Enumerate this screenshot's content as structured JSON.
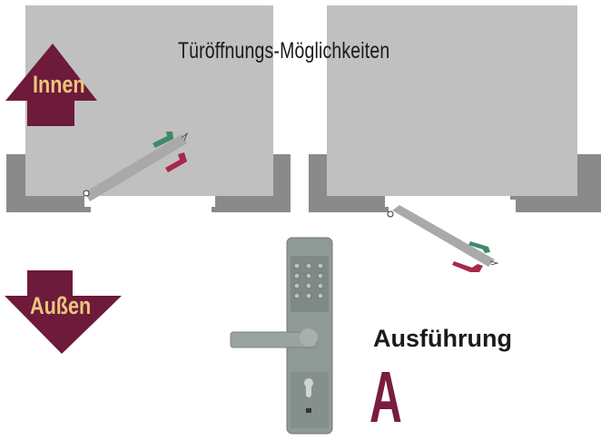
{
  "title": "Türöffnungs-Möglichkeiten",
  "arrows": {
    "inside_label": "Innen",
    "outside_label": "Außen"
  },
  "variant": {
    "heading": "Ausführung",
    "letter": "A"
  },
  "colors": {
    "room": "#c0c0c0",
    "wall": "#8a8a8a",
    "maroon": "#6e1a3a",
    "label": "#ebc57e",
    "handle_green": "#3e8a66",
    "handle_red": "#a8284a"
  }
}
